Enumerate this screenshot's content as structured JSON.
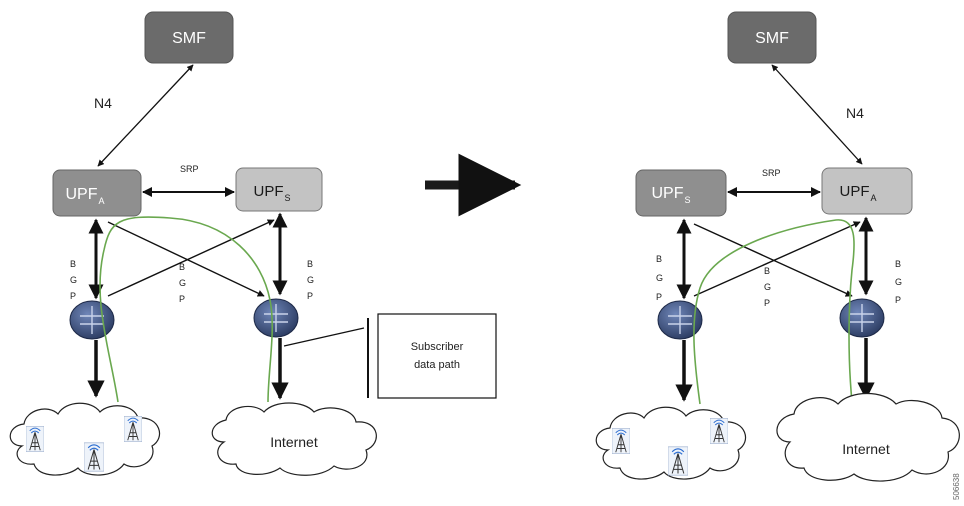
{
  "left_panel": {
    "smf_label": "SMF",
    "n4_label": "N4",
    "srp_label": "SRP",
    "upf_active": {
      "main": "UPF",
      "sub": "A"
    },
    "upf_standby": {
      "main": "UPF",
      "sub": "S"
    },
    "bgp_letters": [
      "B",
      "G",
      "P"
    ],
    "internet_label": "Internet",
    "callout_line1": "Subscriber",
    "callout_line2": "data path"
  },
  "right_panel": {
    "smf_label": "SMF",
    "n4_label": "N4",
    "srp_label": "SRP",
    "upf_standby": {
      "main": "UPF",
      "sub": "S"
    },
    "upf_active": {
      "main": "UPF",
      "sub": "A"
    },
    "bgp_letters": [
      "B",
      "G",
      "P"
    ],
    "internet_label": "Internet"
  },
  "figure_id": "506638",
  "colors": {
    "smf_fill": "#6b6b6b",
    "upf_active_fill": "#8f8f8f",
    "upf_standby_fill": "#c3c3c3",
    "router_fill": "#3d4f7a",
    "data_path": "#6aa84f",
    "transition_arrow": "#1a1a1a"
  }
}
